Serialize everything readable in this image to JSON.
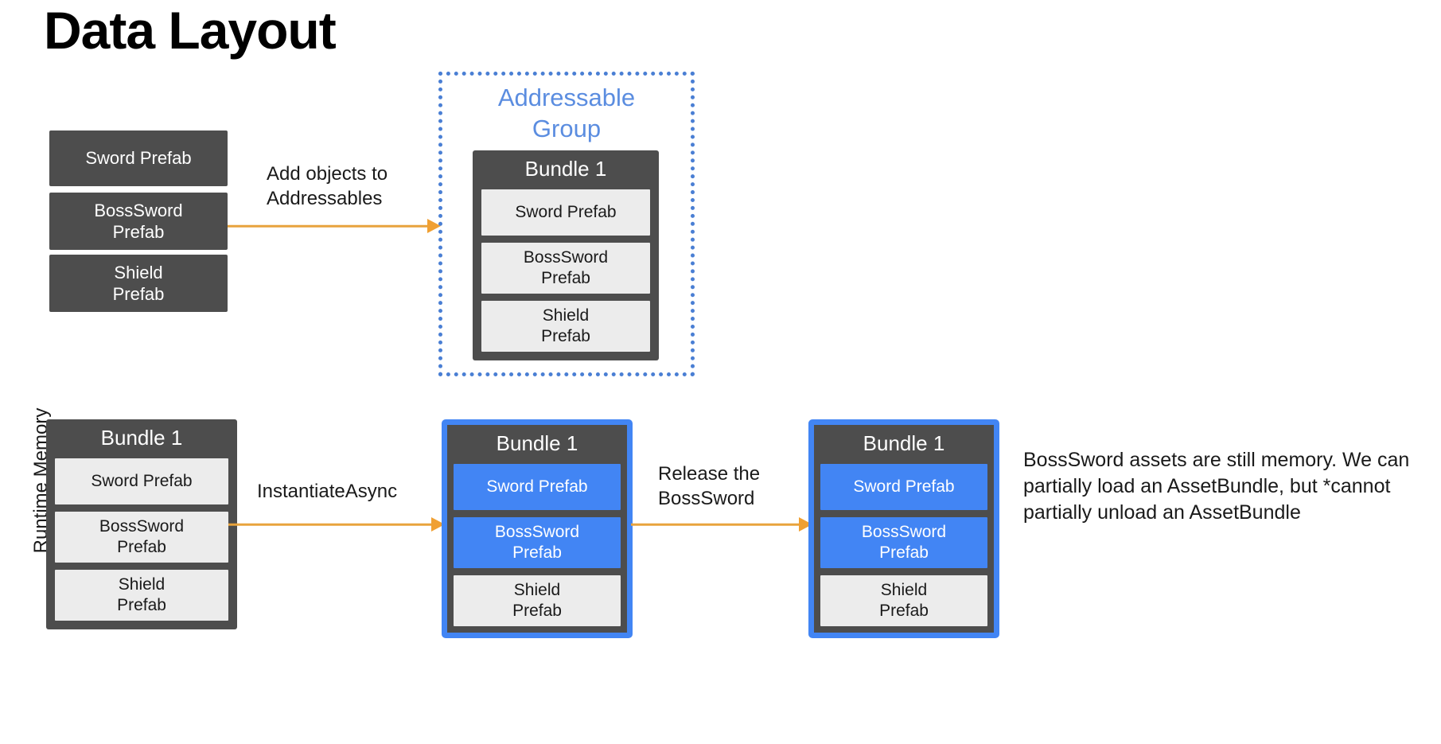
{
  "page": {
    "title": "Data Layout"
  },
  "colors": {
    "dark_box": "#4d4d4d",
    "light_box": "#ececec",
    "accent_blue": "#4285f4",
    "group_border_blue": "#4a7fd4",
    "group_title_blue": "#5b8de0",
    "arrow_orange": "#e8a33d",
    "text_dark": "#1a1a1a",
    "background": "#ffffff"
  },
  "top_row": {
    "source_assets": [
      {
        "label": "Sword Prefab"
      },
      {
        "label": "BossSword\nPrefab"
      },
      {
        "label": "Shield\nPrefab"
      }
    ],
    "arrow_label": "Add objects to\nAddressables",
    "group": {
      "title": "Addressable\nGroup",
      "bundle": {
        "title": "Bundle 1",
        "items": [
          {
            "label": "Sword Prefab",
            "state": "light"
          },
          {
            "label": "BossSword\nPrefab",
            "state": "light"
          },
          {
            "label": "Shield\nPrefab",
            "state": "light"
          }
        ]
      }
    }
  },
  "bottom_row": {
    "axis_label": "Runtime Memory",
    "bundles": [
      {
        "title": "Bundle 1",
        "outlined": false,
        "items": [
          {
            "label": "Sword Prefab",
            "state": "light"
          },
          {
            "label": "BossSword\nPrefab",
            "state": "light"
          },
          {
            "label": "Shield\nPrefab",
            "state": "light"
          }
        ]
      },
      {
        "title": "Bundle 1",
        "outlined": true,
        "items": [
          {
            "label": "Sword Prefab",
            "state": "blue"
          },
          {
            "label": "BossSword\nPrefab",
            "state": "blue"
          },
          {
            "label": "Shield\nPrefab",
            "state": "light"
          }
        ]
      },
      {
        "title": "Bundle 1",
        "outlined": true,
        "items": [
          {
            "label": "Sword Prefab",
            "state": "blue"
          },
          {
            "label": "BossSword\nPrefab",
            "state": "blue"
          },
          {
            "label": "Shield\nPrefab",
            "state": "light"
          }
        ]
      }
    ],
    "arrow_labels": [
      "InstantiateAsync",
      "Release the\nBossSword"
    ],
    "note": "BossSword assets are still memory. We can partially load an AssetBundle, but *cannot partially unload an AssetBundle"
  }
}
